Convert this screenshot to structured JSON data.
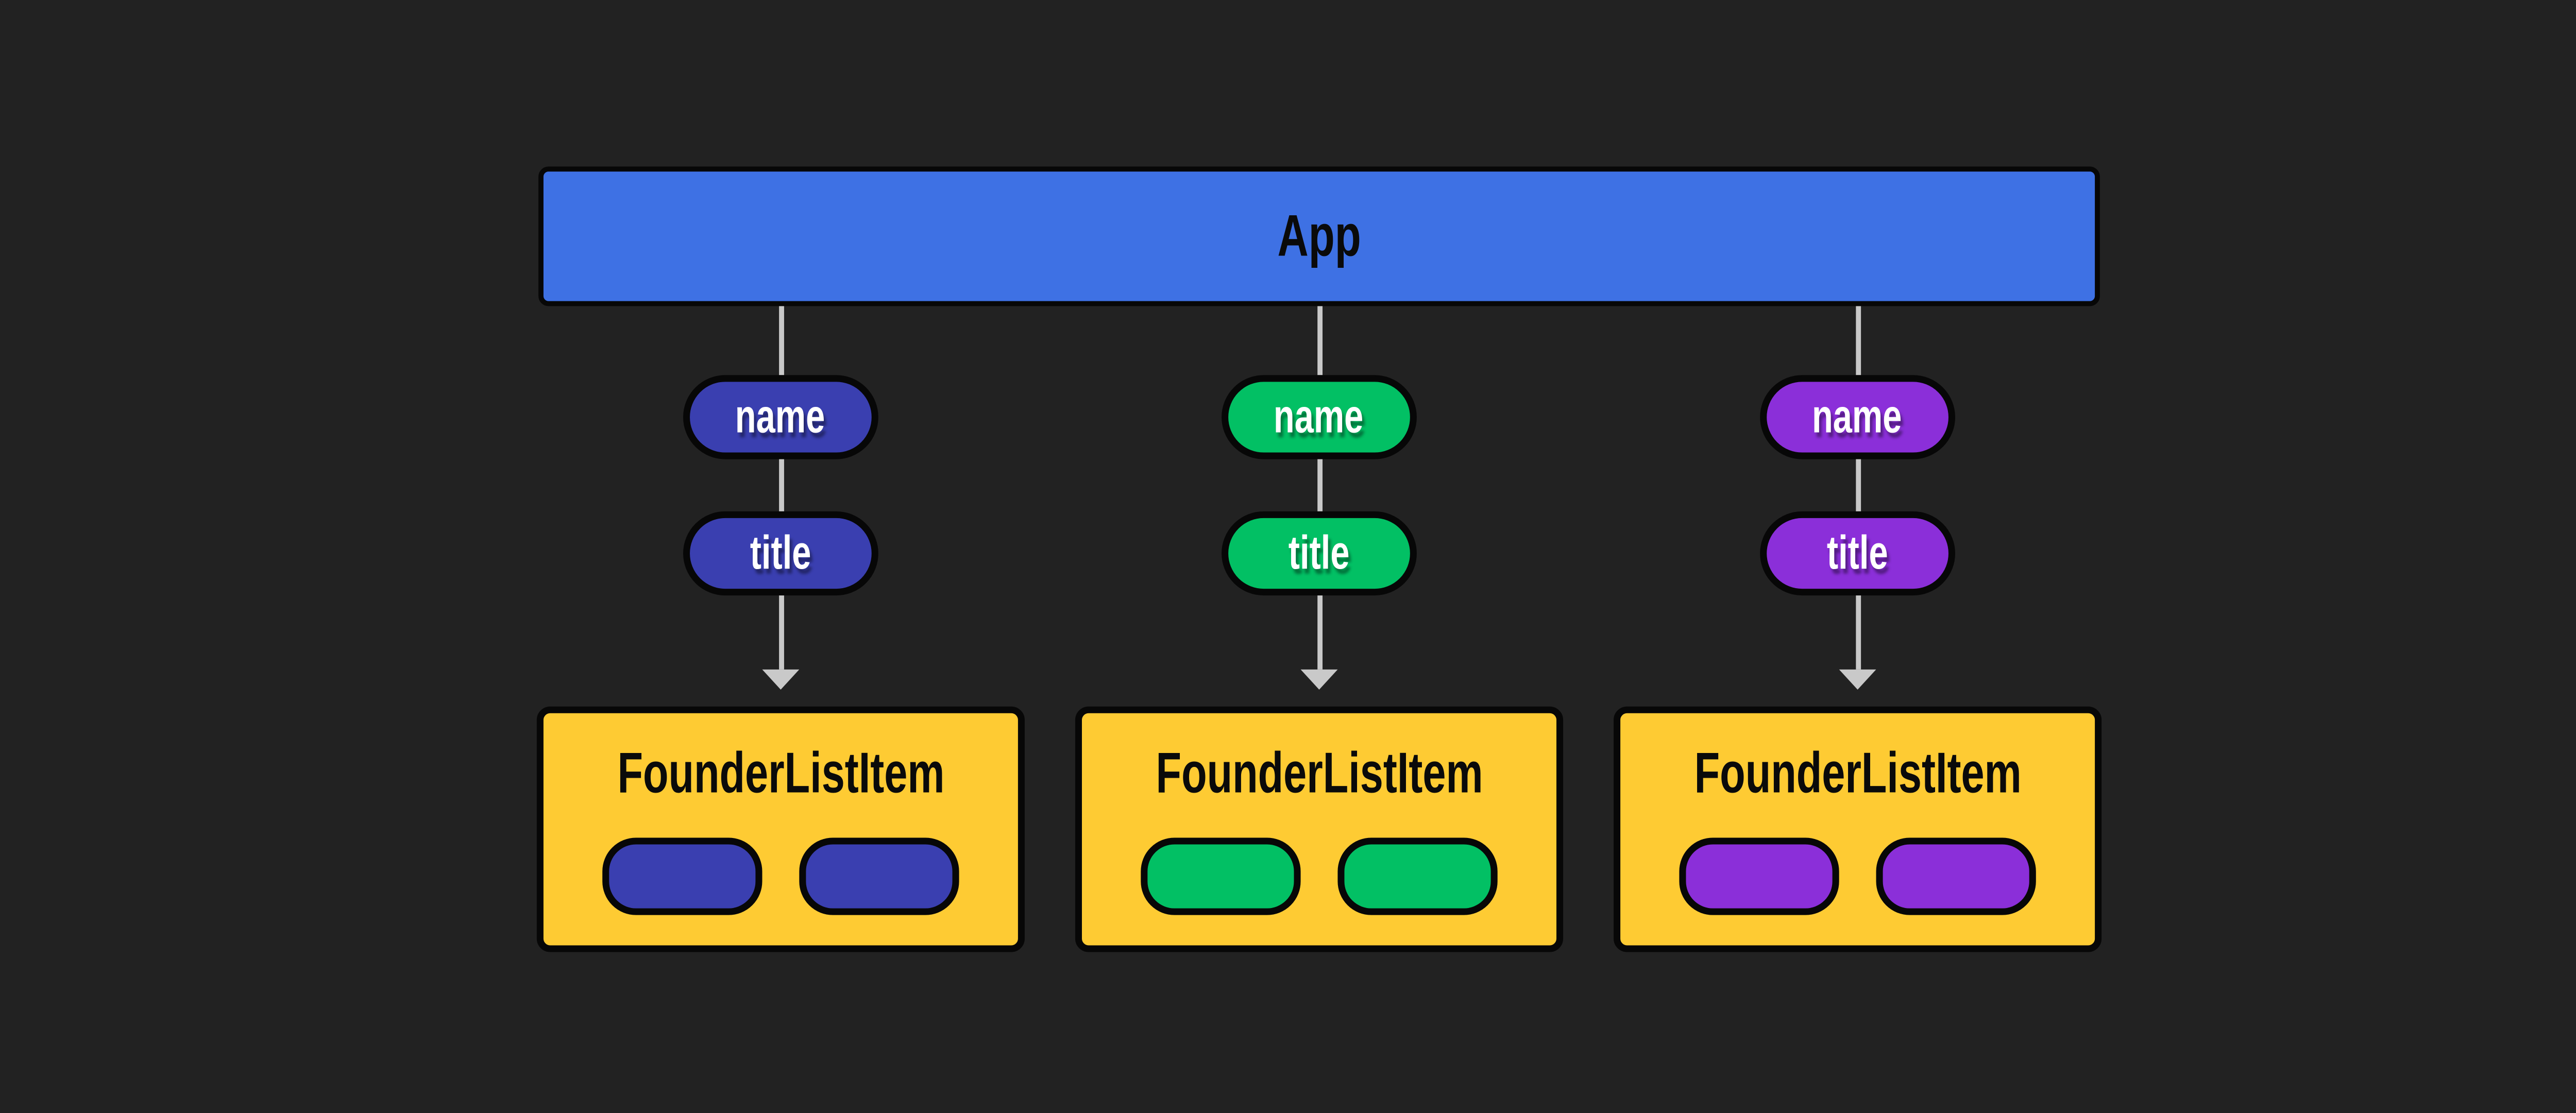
{
  "app": {
    "label": "App"
  },
  "columns": [
    {
      "accent": "#3a3fb0",
      "accent_name": "indigo",
      "prop_pills": [
        "name",
        "title"
      ],
      "component": {
        "label": "FounderListItem",
        "prop_slots": 2
      }
    },
    {
      "accent": "#02c064",
      "accent_name": "green",
      "prop_pills": [
        "name",
        "title"
      ],
      "component": {
        "label": "FounderListItem",
        "prop_slots": 2
      }
    },
    {
      "accent": "#8b2fd9",
      "accent_name": "purple",
      "prop_pills": [
        "name",
        "title"
      ],
      "component": {
        "label": "FounderListItem",
        "prop_slots": 2
      }
    }
  ],
  "colors": {
    "background": "#222222",
    "app_box": "#3e71e4",
    "component_box": "#fecb33",
    "outline": "#070707",
    "connector": "#c9c9c9",
    "indigo": "#3a3fb0",
    "green": "#02c064",
    "purple": "#8b2fd9"
  }
}
